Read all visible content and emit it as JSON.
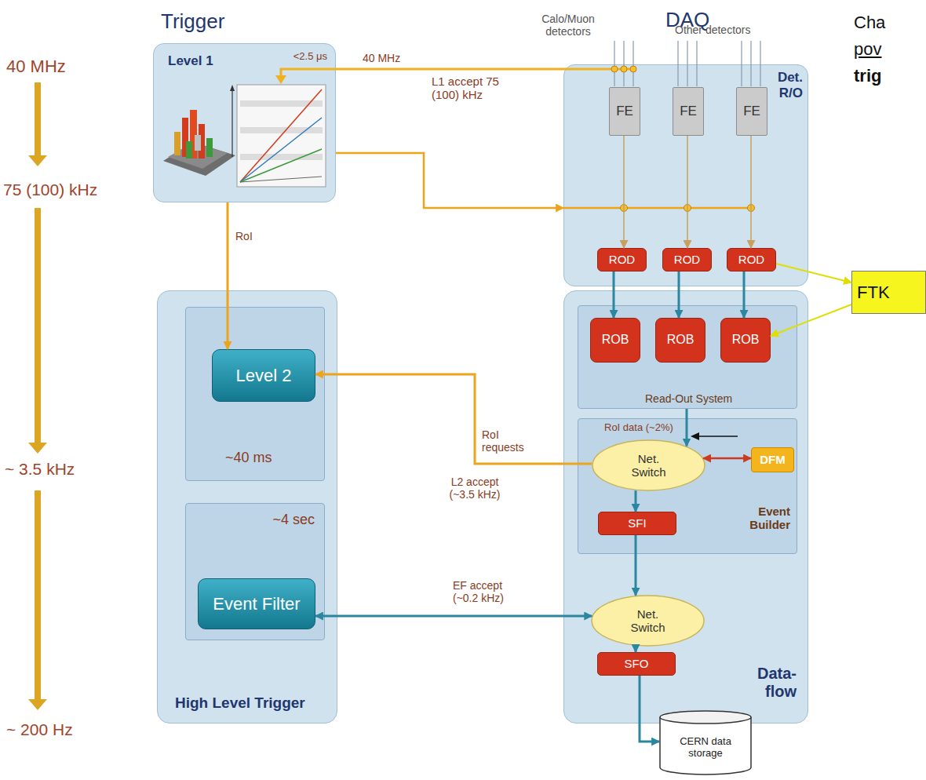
{
  "diagram": {
    "nodes": [
      {
        "text": [
          "Level 1",
          "<2.5 μs"
        ]
      },
      {
        "text": [
          "High Level Trigger"
        ]
      },
      {
        "text": [
          "~40 ms"
        ],
        "in": 1
      },
      {
        "text": [
          "Level 2"
        ],
        "in": 2
      },
      {
        "text": [
          "~4 sec"
        ],
        "in": 1
      },
      {
        "text": [
          "Event Filter"
        ],
        "in": 4
      },
      {
        "text": [
          "Det. R/O"
        ]
      },
      {
        "text": [
          "FE"
        ],
        "in": 6
      },
      {
        "text": [
          "FE"
        ],
        "in": 6
      },
      {
        "text": [
          "FE"
        ],
        "in": 6
      },
      {
        "text": [
          "ROD"
        ],
        "in": 6
      },
      {
        "text": [
          "ROD"
        ],
        "in": 6
      },
      {
        "text": [
          "ROD"
        ],
        "in": 6
      },
      {
        "text": [
          "Data- flow"
        ]
      },
      {
        "text": [
          "Read-Out System"
        ],
        "in": 13
      },
      {
        "text": [
          "ROB"
        ],
        "in": 14
      },
      {
        "text": [
          "ROB"
        ],
        "in": 14
      },
      {
        "text": [
          "ROB"
        ],
        "in": 14
      },
      {
        "text": [
          "Event Builder"
        ],
        "in": 13
      },
      {
        "text": [
          "Net. Switch"
        ],
        "in": 18
      },
      {
        "text": [
          "DFM"
        ],
        "in": 18
      },
      {
        "text": [
          "SFI"
        ],
        "in": 18
      },
      {
        "text": [
          "Net. Switch"
        ],
        "in": 13
      },
      {
        "text": [
          "SFO"
        ],
        "in": 13
      },
      {
        "text": [
          "CERN data storage"
        ]
      },
      {
        "text": [
          "FTK"
        ]
      }
    ],
    "edges": [
      {
        "from": 0,
        "to": 6,
        "arrow": "to",
        "label": "L1 accept 75 (100) kHz"
      },
      {
        "from": 7,
        "to": 10,
        "arrow": "to"
      },
      {
        "from": 8,
        "to": 11,
        "arrow": "to"
      },
      {
        "from": 9,
        "to": 12,
        "arrow": "to"
      },
      {
        "from": 10,
        "to": 15,
        "arrow": "to"
      },
      {
        "from": 11,
        "to": 16,
        "arrow": "to"
      },
      {
        "from": 12,
        "to": 17,
        "arrow": "to"
      },
      {
        "from": 12,
        "to": 25,
        "arrow": "to"
      },
      {
        "from": 25,
        "to": 17,
        "arrow": "to"
      },
      {
        "from": 0,
        "to": 3,
        "arrow": "to",
        "label": "RoI"
      },
      {
        "from": 19,
        "to": 3,
        "arrow": "to",
        "label": "RoI requests"
      },
      {
        "from": 14,
        "to": 19,
        "arrow": "to",
        "label": "RoI data (~2%)"
      },
      {
        "from": 20,
        "to": 19,
        "arrow": "both"
      },
      {
        "from": 19,
        "to": 21,
        "arrow": "to"
      },
      {
        "from": 21,
        "to": 22,
        "arrow": "to"
      },
      {
        "from": 5,
        "to": 22,
        "arrow": "both",
        "label": "EF accept (~0.2 kHz)"
      },
      {
        "from": 22,
        "to": 23,
        "arrow": "to"
      },
      {
        "from": 23,
        "to": 24,
        "arrow": "to"
      }
    ],
    "labels": [
      "Trigger",
      "DAQ",
      "Calo/Muon detectors",
      "Other detectors",
      "40 MHz",
      "40 MHz",
      "75 (100) kHz",
      "~ 3.5 kHz",
      "~ 200 Hz",
      "L2 accept (~3.5 kHz)",
      "Cha",
      "pov",
      "trig"
    ]
  }
}
